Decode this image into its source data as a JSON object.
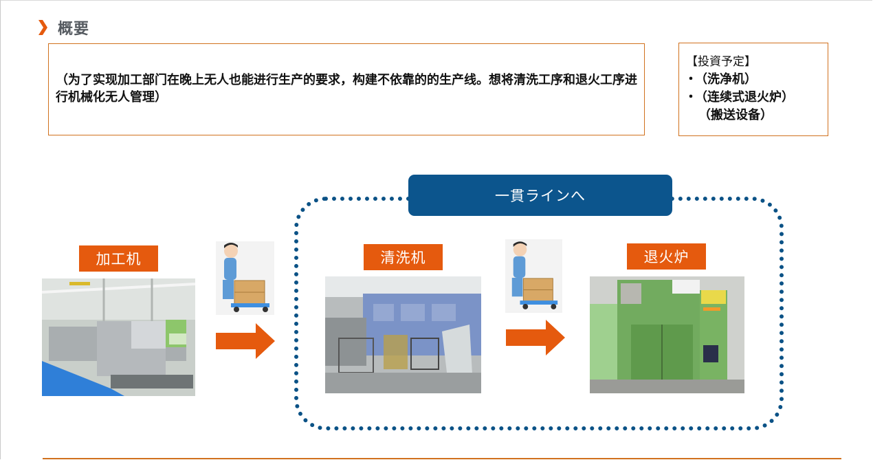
{
  "header": {
    "title": "概要",
    "accent_color": "#e55a0e"
  },
  "summary": {
    "text": "（为了实现加工部门在晚上无人也能进行生产的要求，构建不依靠的的生产线。想将清洗工序和退火工序进行机械化无人管理）"
  },
  "investment": {
    "title": "【投資予定】",
    "items": [
      {
        "bullet": "・",
        "label": "（洗净机）"
      },
      {
        "bullet": "・",
        "label": "（连续式退火炉）"
      }
    ],
    "sub_item": "（搬送设备）"
  },
  "flow": {
    "banner": "一貫ラインへ",
    "banner_color": "#0c558d",
    "frame_color": "#0b5286",
    "stations": [
      {
        "label": "加工机",
        "photo": "machining-machine-photo"
      },
      {
        "label": "清洗机",
        "photo": "washing-machine-photo"
      },
      {
        "label": "退火炉",
        "photo": "annealing-furnace-photo"
      }
    ],
    "transport_icon": "worker-with-cart-icon",
    "arrow_icon": "right-arrow-icon",
    "arrow_color": "#e55a0e"
  }
}
